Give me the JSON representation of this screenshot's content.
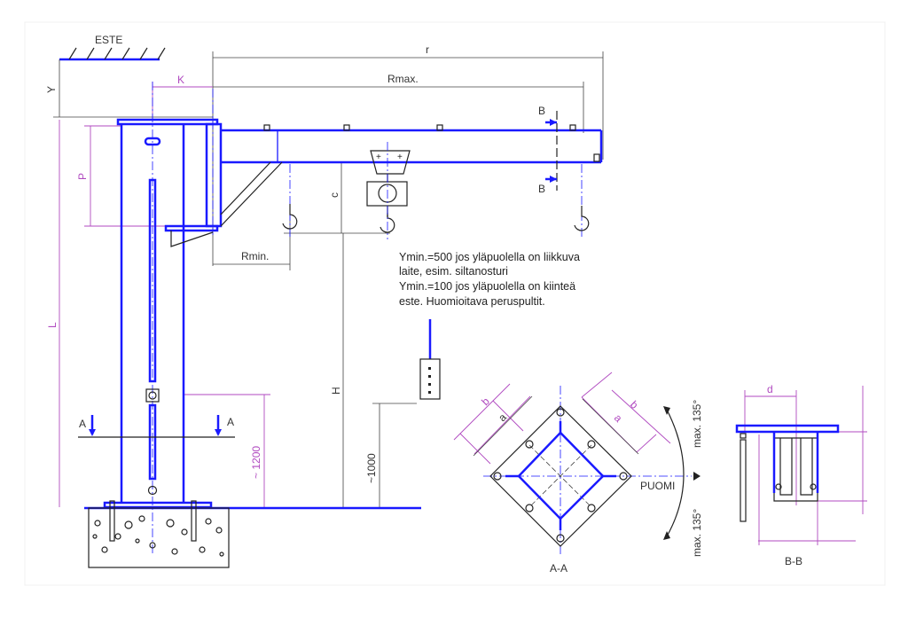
{
  "labels": {
    "obstacle": "ESTE",
    "clearance_y": "Y",
    "offset_k": "K",
    "reach_r": "r",
    "reach_max": "Rmax.",
    "reach_min": "Rmin.",
    "section_b_top": "B",
    "section_b_bottom": "B",
    "height_p": "P",
    "height_l": "L",
    "height_c": "c",
    "height_h": "H",
    "section_a_left": "A",
    "section_a_right": "A",
    "approx_1200": "~ 1200",
    "approx_1000": "~1000",
    "boom": "PUOMI",
    "max_angle_top": "max. 135°",
    "max_angle_bottom": "max. 135°",
    "section_aa": "A-A",
    "section_bb": "B-B",
    "dim_a_left": "a",
    "dim_a_right": "a",
    "dim_b_left": "b",
    "dim_b_right": "b",
    "dim_d": "d"
  },
  "note": {
    "lines": [
      "Ymin.=500 jos yläpuolella on liikkuva",
      "laite, esim. siltanosturi",
      "Ymin.=100 jos yläpuolella on kiinteä",
      "este. Huomioitava peruspultit."
    ]
  },
  "colors": {
    "structure": "#1a1aff",
    "dimension": "#b04ac0",
    "line": "#222222"
  }
}
